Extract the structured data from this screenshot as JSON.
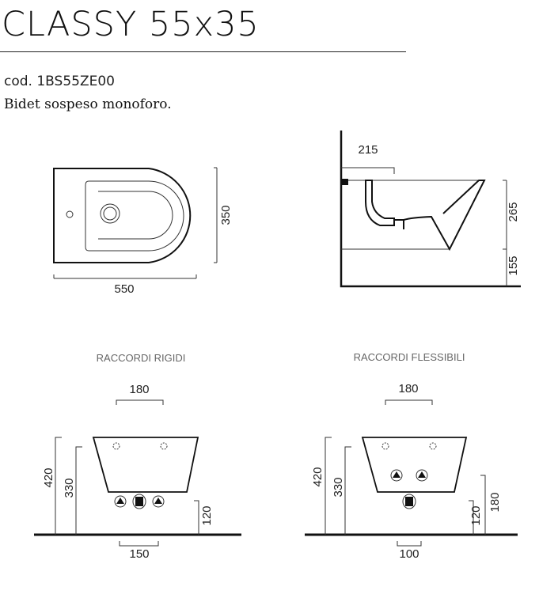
{
  "header": {
    "title": "CLASSY 55x35",
    "code": "cod. 1BS55ZE00",
    "description": "Bidet sospeso monoforo."
  },
  "top_view": {
    "width": "550",
    "depth": "350"
  },
  "side_view": {
    "offset": "215",
    "height_bowl": "265",
    "height_floor": "155"
  },
  "rigid": {
    "caption": "RACCORDI RIGIDI",
    "fixing_spacing": "180",
    "height_total": "420",
    "height_fixing": "330",
    "height_drain": "120",
    "supply_spacing": "150"
  },
  "flexible": {
    "caption": "RACCORDI FLESSIBILI",
    "fixing_spacing": "180",
    "height_total": "420",
    "height_fixing": "330",
    "height_drain": "120",
    "height_supply": "180",
    "supply_spacing": "100"
  }
}
